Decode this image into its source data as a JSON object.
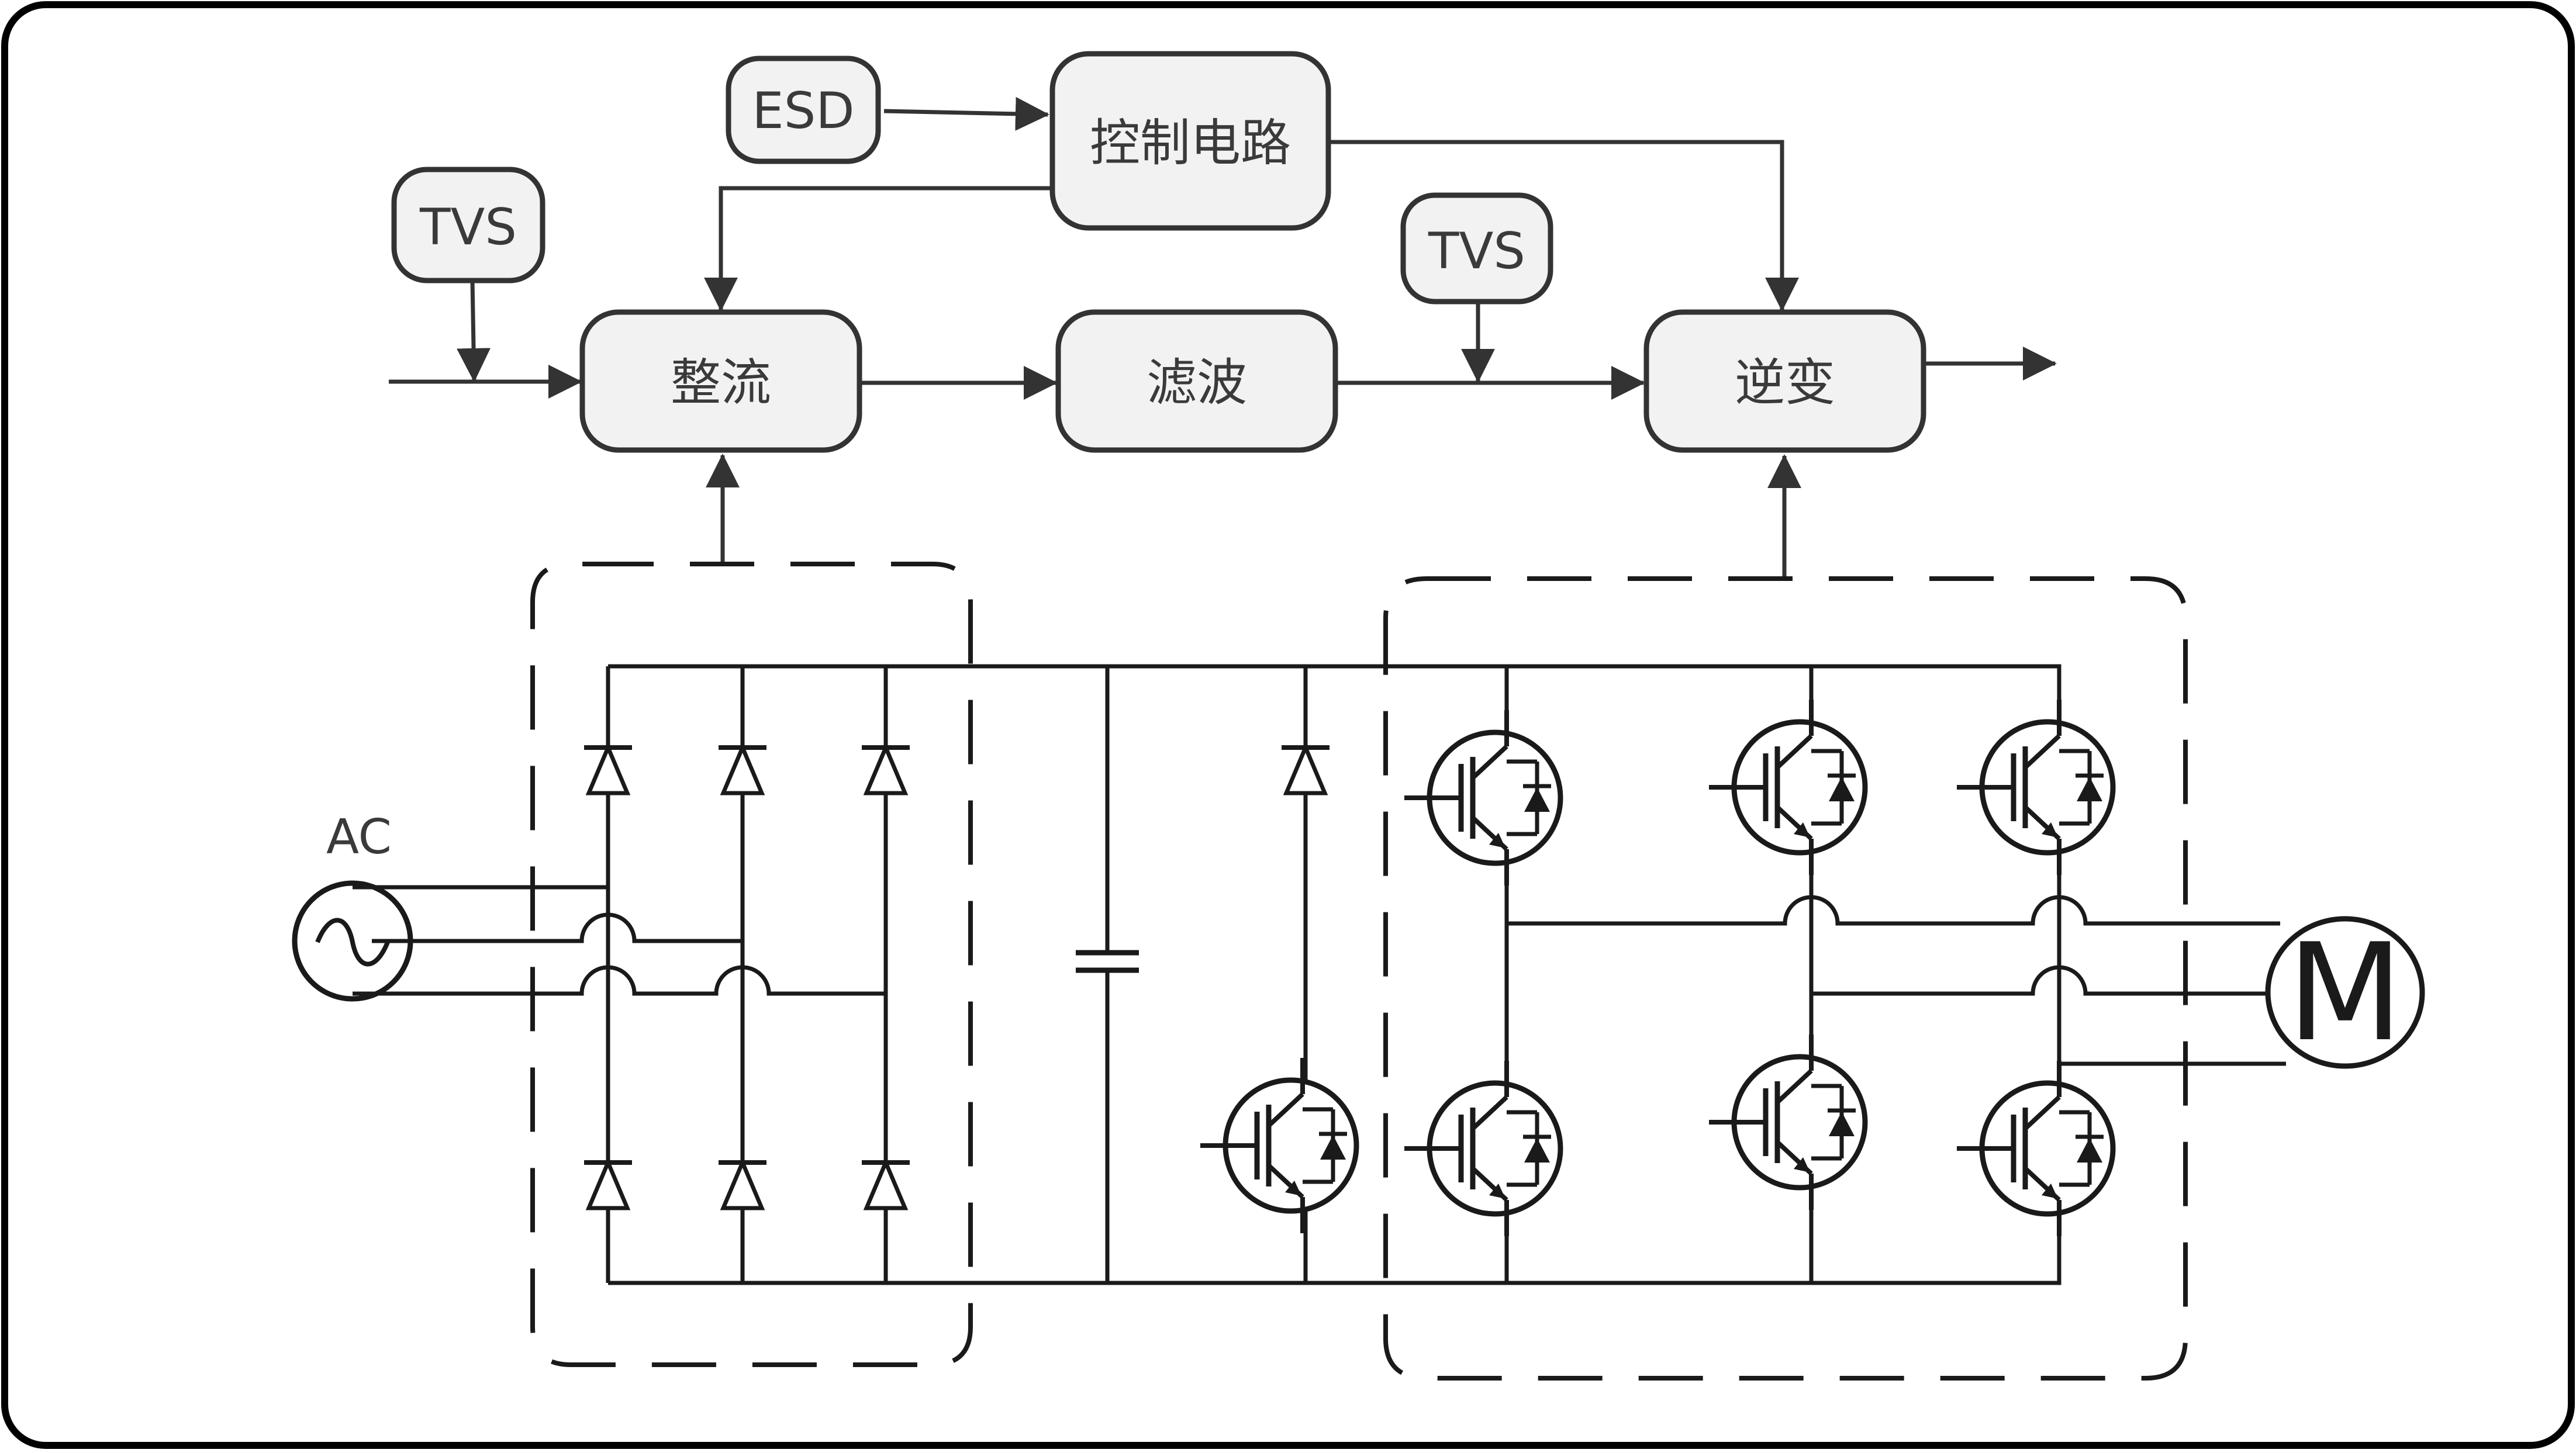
{
  "blocks": {
    "control": "控制电路",
    "rectifier": "整流",
    "filter": "滤波",
    "inverter": "逆变"
  },
  "protection": {
    "esd": "ESD",
    "tvs_input": "TVS",
    "tvs_dc": "TVS"
  },
  "circuit": {
    "source_label": "AC",
    "motor_label": "M"
  }
}
